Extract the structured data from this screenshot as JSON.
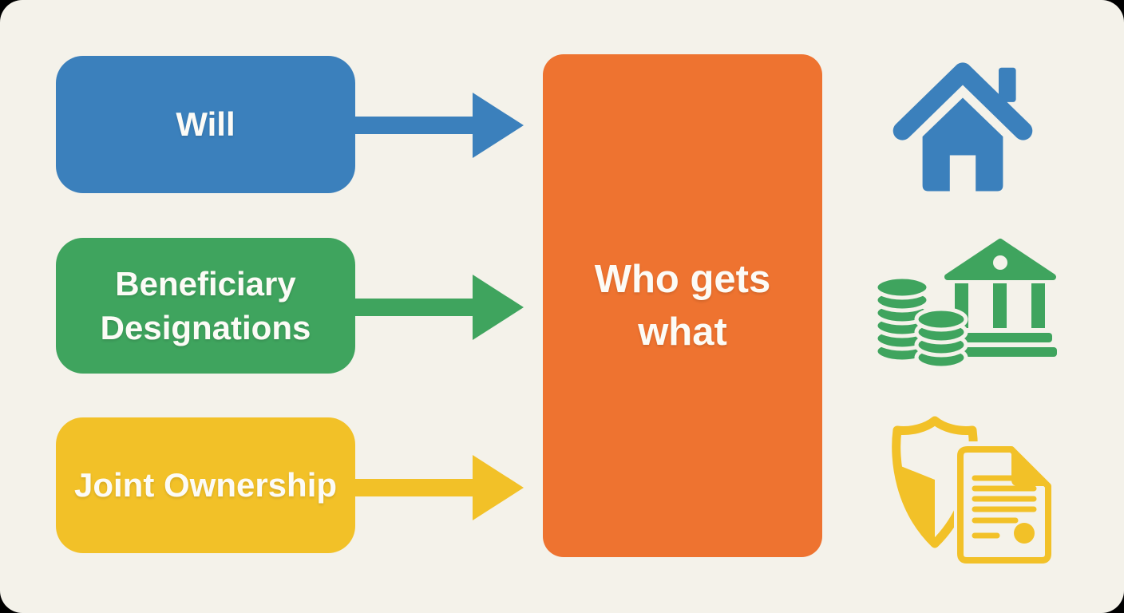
{
  "colors": {
    "frame": "#000000",
    "background": "#f4f2ea",
    "label_text": "#fcfbf6"
  },
  "rows": [
    {
      "label": "Will",
      "color": "#3b80bc",
      "icon": "house-icon"
    },
    {
      "label": "Beneficiary Designations",
      "color": "#3fa45e",
      "icon": "coins-bank-icon"
    },
    {
      "label": "Joint Ownership",
      "color": "#f2c128",
      "icon": "shield-document-icon"
    }
  ],
  "center_box": {
    "label": "Who gets what",
    "color": "#ee7330"
  }
}
